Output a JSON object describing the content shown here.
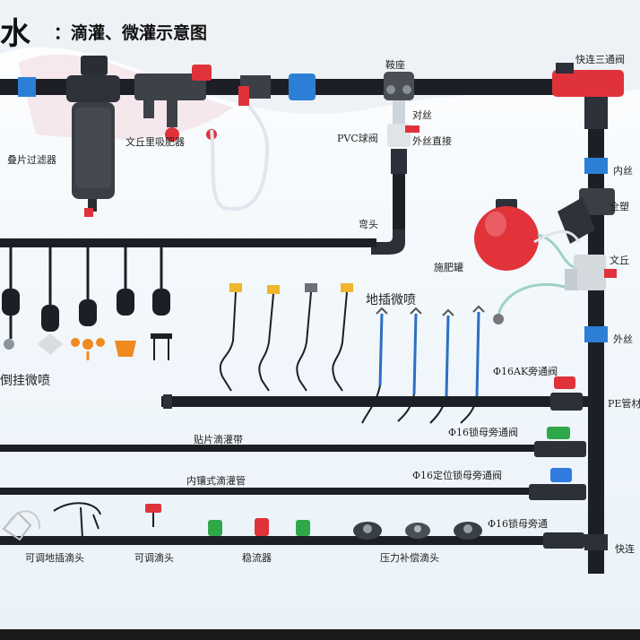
{
  "title": {
    "char": "水",
    "text": "：滴灌、微灌示意图"
  },
  "labels": {
    "die_pian_guo_lv_qi": "叠片过滤器",
    "wen_qiu_li_xi_fei_qi": "文丘里吸肥器",
    "an_zuo": "鞍座",
    "dui_si": "对丝",
    "pvc_qiu_fa": "PVC球阀",
    "wai_si_zhi_jie": "外丝直接",
    "kuai_lian_san_tong_fa": "快连三通阀",
    "nei_si": "内丝",
    "quan_su": "全塑",
    "wan_tou": "弯头",
    "shi_fei_guan": "施肥罐",
    "wen_qiu_2": "文丘",
    "wai_si_2": "外丝",
    "di_cha_wei_pen": "地插微喷",
    "dao_gua_wei_pen": "倒挂微喷",
    "ak_pang_tong_fa": "Φ16AK旁通阀",
    "pe_guan": "PE管材",
    "tie_pian_di_guan_dai": "贴片滴灌带",
    "suo_mu_pang_tong_fa": "Φ16锁母旁通阀",
    "nei_xiang_shi_di_guan_guan": "内镶式滴灌管",
    "ding_wei_suo_mu": "Φ16定位锁母旁通阀",
    "suo_mu_pang_tong": "Φ16锁母旁通",
    "ke_tiao_di_cha_di_tou": "可调地插滴头",
    "ke_tiao_di_tou": "可调滴头",
    "wen_liu_qi": "稳流器",
    "ya_li_bu_chang_di_tou": "压力补偿滴头",
    "kuai_lian": "快连"
  },
  "colors": {
    "pipe": "#1c1f26",
    "pipe_blue": "#2d7fd6",
    "valve_red": "#e0323a",
    "valve_green": "#2fa84a",
    "valve_blue": "#2f7be0",
    "tank_red": "#e2333a"
  }
}
